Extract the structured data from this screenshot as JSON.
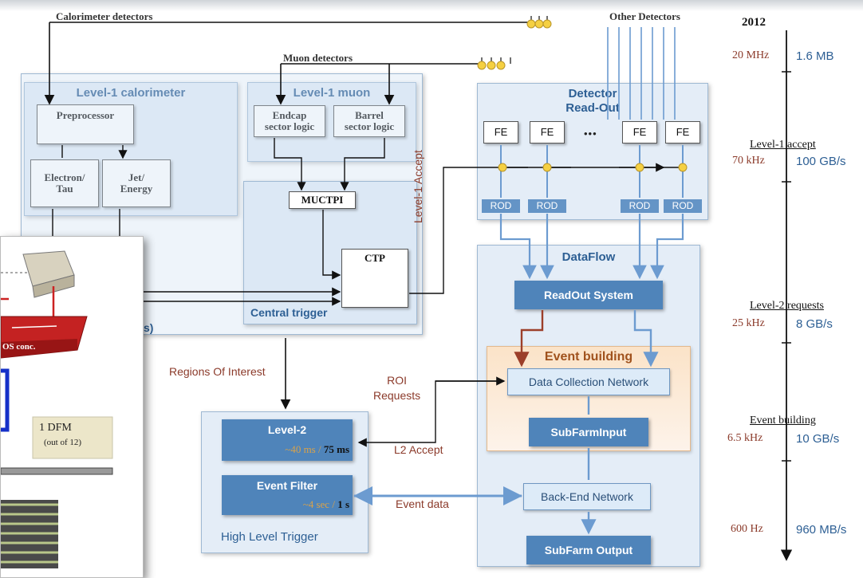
{
  "top": {
    "calorimeter_detectors": "Calorimeter detectors",
    "muon_detectors": "Muon detectors",
    "other_detectors": "Other Detectors"
  },
  "level1_calo": {
    "title": "Level-1 calorimeter",
    "preprocessor": "Preprocessor",
    "electron_tau": "Electron/\nTau",
    "jet_energy": "Jet/\nEnergy"
  },
  "level1_muon": {
    "title": "Level-1 muon",
    "endcap": "Endcap\nsector logic",
    "barrel": "Barrel\nsector logic"
  },
  "central_trigger": {
    "title": "Central trigger",
    "muctpi": "MUCTPI",
    "ctp": "CTP"
  },
  "level1_accept_label": "Level-1 Accept",
  "detector_readout": {
    "title": "Detector\nRead-Out",
    "fe": "FE",
    "rod": "ROD",
    "dots": "•••"
  },
  "dataflow": {
    "title": "DataFlow",
    "readout_system": "ReadOut System",
    "event_building": "Event building",
    "data_collection_network": "Data Collection  Network",
    "subfarm_input": "SubFarmInput",
    "backend_network": "Back-End Network",
    "subfarm_output": "SubFarm Output"
  },
  "hlt": {
    "title": "High Level Trigger",
    "level2": "Level-2",
    "level2_time_a": "~40 ms / ",
    "level2_time_b": "75 ms",
    "event_filter": "Event Filter",
    "ef_time_a": "~4 sec / ",
    "ef_time_b": "1 s"
  },
  "labels": {
    "regions_of_interest": "Regions Of Interest",
    "roi_requests": "ROI\nRequests",
    "l2_accept": "L2 Accept",
    "event_data": "Event data",
    "partial_s": "s)"
  },
  "overlay": {
    "ros_conc": "OS conc.",
    "dfm": "1 DFM",
    "dfm_sub": "(out of 12)"
  },
  "rates": {
    "year": "2012",
    "rows": [
      {
        "label": "",
        "rate": "20 MHz",
        "bw": "1.6 MB"
      },
      {
        "label": "Level-1 accept",
        "rate": "70 kHz",
        "bw": "100 GB/s"
      },
      {
        "label": "Level-2 requests",
        "rate": "25 kHz",
        "bw": "8 GB/s"
      },
      {
        "label": "Event building",
        "rate": "6.5 kHz",
        "bw": "10 GB/s"
      },
      {
        "label": "",
        "rate": "600 Hz",
        "bw": "960 MB/s"
      }
    ]
  },
  "colors": {
    "region_title": "#2d5f94",
    "dark_box": "#4f84ba",
    "rate_red": "#8b3a2a",
    "accent_yellow": "#f5d042"
  }
}
